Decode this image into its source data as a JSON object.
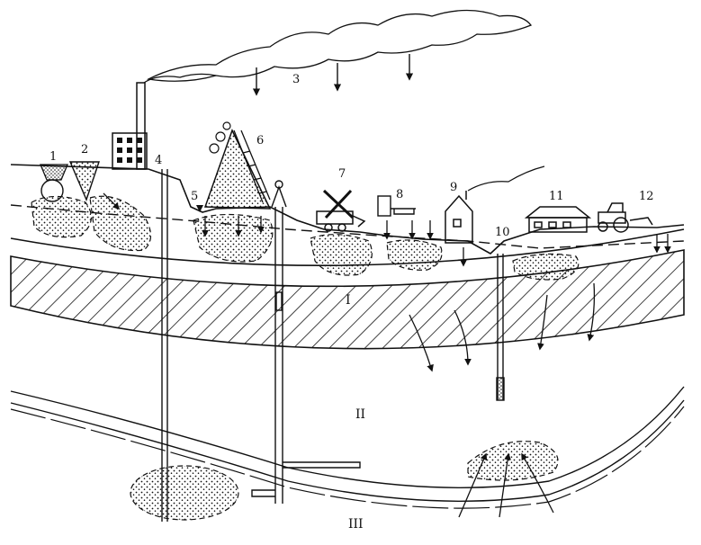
{
  "labels": {
    "l1": "1",
    "l2": "2",
    "l3": "3",
    "l4": "4",
    "l5": "5",
    "l6": "6",
    "l7": "7",
    "l8": "8",
    "l9": "9",
    "l10": "10",
    "l11": "11",
    "l12": "12"
  },
  "layers": {
    "I": "I",
    "II": "II",
    "III": "III"
  }
}
